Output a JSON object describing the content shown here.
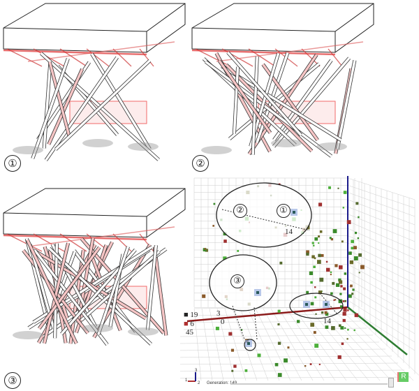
{
  "panels": [
    {
      "label": "①"
    },
    {
      "label": "②"
    },
    {
      "label": "③"
    }
  ],
  "scatter": {
    "callouts": [
      "②",
      "①",
      "③"
    ],
    "callout_value": "14",
    "callout_value_2": "14",
    "legend": [
      {
        "value": "19",
        "color": "#222222"
      },
      {
        "value": "6",
        "color": "#b03030"
      },
      {
        "value": "45",
        "color": "#333333"
      }
    ],
    "inner_legend": [
      "3",
      "0"
    ],
    "generation_label": "Generation: 149",
    "reset_button": "R",
    "axes_icon": {
      "x": "1",
      "y": "2",
      "z": "3"
    },
    "colors": {
      "x_axis": "#8b1a1a",
      "y_axis": "#2e7d32",
      "z_axis": "#1a1a8b"
    }
  }
}
